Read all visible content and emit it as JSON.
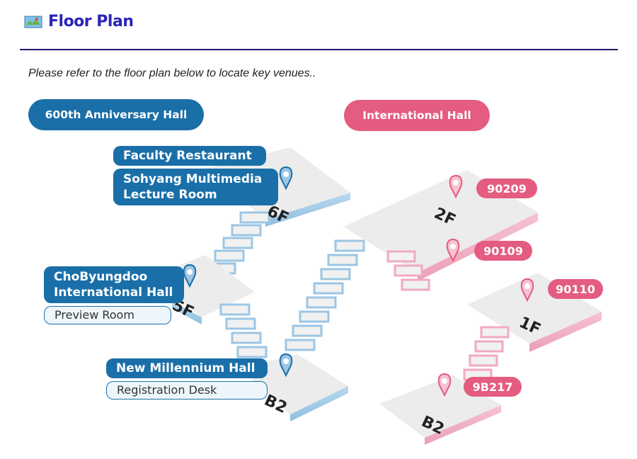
{
  "header": {
    "title": "Floor Plan",
    "icon": "map-icon"
  },
  "intro": "Please refer to the floor plan below to locate key venues..",
  "halls": {
    "left": {
      "name": "600th Anniversary Hall",
      "color": "#1a6fa8"
    },
    "right": {
      "name": "International Hall",
      "color": "#e45c80"
    }
  },
  "left_building": {
    "floors": [
      "6F",
      "5F",
      "B2"
    ],
    "labels": {
      "faculty_restaurant": "Faculty Restaurant",
      "sohyang_line1": "Sohyang Multimedia",
      "sohyang_line2": "Lecture Room",
      "chobyungdoo_line1": "ChoByungdoo",
      "chobyungdoo_line2": "International Hall",
      "preview_room": "Preview Room",
      "new_millennium_hall": "New Millennium Hall",
      "registration_desk": "Registration Desk"
    }
  },
  "right_building": {
    "floors": [
      "2F",
      "1F",
      "B2"
    ],
    "rooms": [
      "90209",
      "90109",
      "90110",
      "9B217"
    ]
  }
}
